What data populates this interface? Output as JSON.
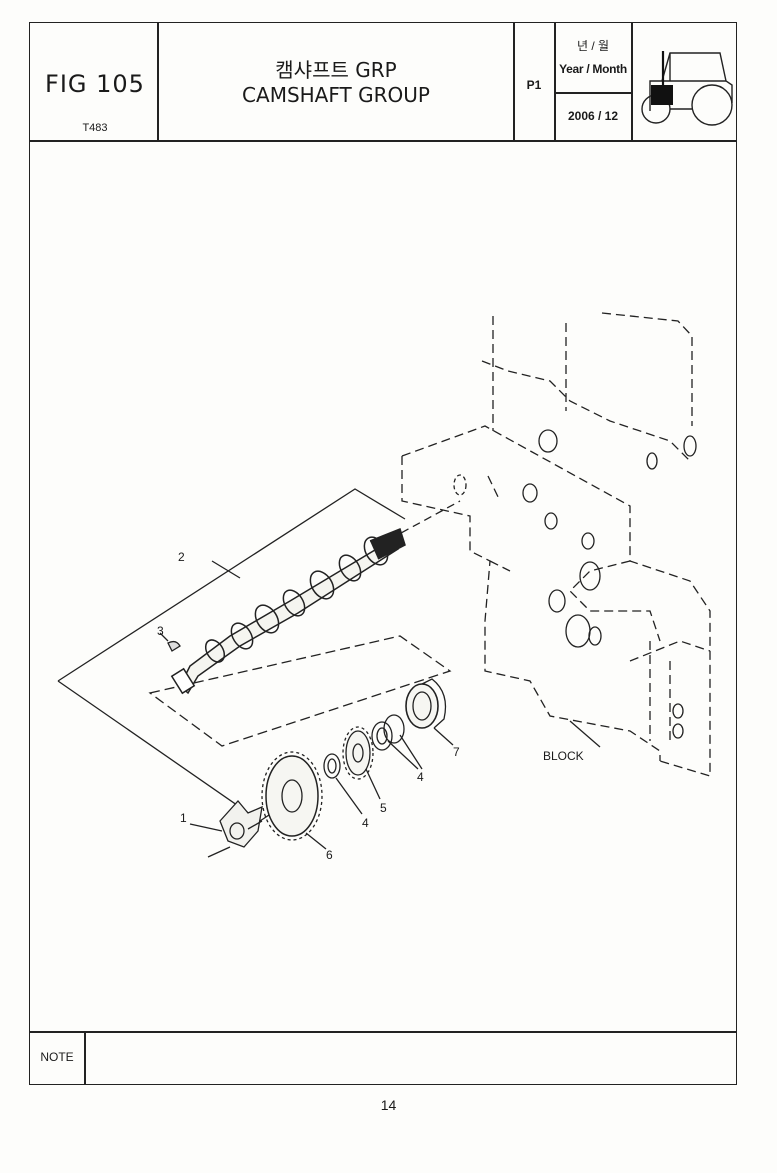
{
  "header": {
    "fig_label": "FIG 105",
    "drawing_code": "T483",
    "title_ko": "캠샤프트 GRP",
    "title_en": "CAMSHAFT GROUP",
    "page_code": "P1",
    "date_label_ko": "년 / 월",
    "date_label_en": "Year / Month",
    "date_value": "2006 / 12"
  },
  "diagram": {
    "callouts": [
      "1",
      "2",
      "3",
      "4",
      "4",
      "5",
      "6",
      "7"
    ],
    "block_label": "BLOCK"
  },
  "note": {
    "label": "NOTE",
    "text": ""
  },
  "footer": {
    "page_number": "14"
  },
  "icons": {
    "tractor": "tractor-icon"
  }
}
